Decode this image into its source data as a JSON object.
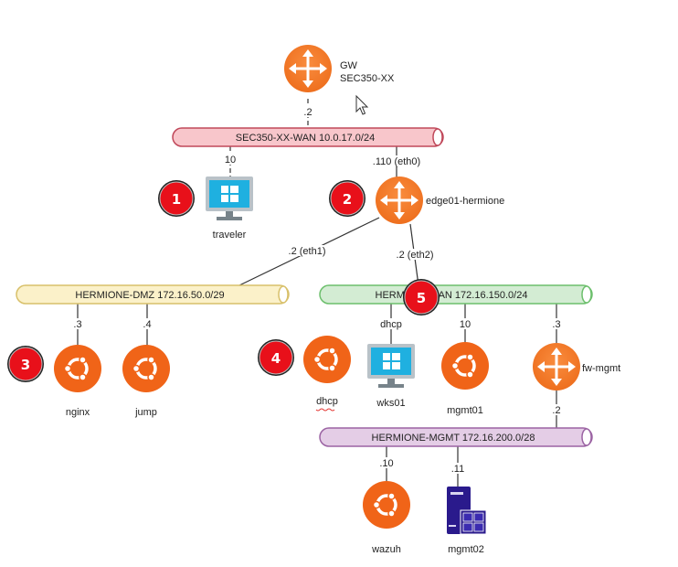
{
  "networks": {
    "wan": {
      "label": "SEC350-XX-WAN 10.0.17.0/24",
      "fill": "#f8c6cb",
      "stroke": "#c0485a"
    },
    "dmz": {
      "label": "HERMIONE-DMZ 172.16.50.0/29",
      "fill": "#fbf1c9",
      "stroke": "#d8c06a"
    },
    "lan": {
      "label": "HERMIONE-LAN 172.16.150.0/24",
      "fill": "#d3ecd3",
      "stroke": "#6cbf6c"
    },
    "mgmt": {
      "label": "HERMIONE-MGMT 172.16.200.0/28",
      "fill": "#e4cde6",
      "stroke": "#9b63a3"
    }
  },
  "nodes": {
    "gw": {
      "name_line1": "GW",
      "name_line2": "SEC350-XX",
      "type": "router-icon",
      "addr": ".2"
    },
    "traveler": {
      "name": "traveler",
      "type": "windows-desktop-icon",
      "addr": "10"
    },
    "edge": {
      "name": "edge01-hermione",
      "type": "router-icon",
      "addr_wan": ".110 (eth0)",
      "addr_dmz": ".2 (eth1)",
      "addr_lan": ".2 (eth2)"
    },
    "nginx": {
      "name": "nginx",
      "type": "ubuntu-icon",
      "addr": ".3"
    },
    "jump": {
      "name": "jump",
      "type": "ubuntu-icon",
      "addr": ".4"
    },
    "dhcp": {
      "name": "dhcp",
      "type": "ubuntu-icon"
    },
    "wks01": {
      "name": "wks01",
      "type": "windows-desktop-icon",
      "addr": "dhcp"
    },
    "mgmt01": {
      "name": "mgmt01",
      "type": "ubuntu-icon",
      "addr": "10"
    },
    "fwmgmt": {
      "name": "fw-mgmt",
      "type": "router-icon",
      "addr_lan": ".3",
      "addr_mgmt": ".2"
    },
    "wazuh": {
      "name": "wazuh",
      "type": "ubuntu-icon",
      "addr": ".10"
    },
    "mgmt02": {
      "name": "mgmt02",
      "type": "windows-server-icon",
      "addr": ".11"
    }
  },
  "badges": [
    "1",
    "2",
    "3",
    "4",
    "5"
  ],
  "colors": {
    "router": "#f47b2a",
    "ubuntu": "#f06418",
    "badge": "#e8101a",
    "windows_screen": "#1fb0e0",
    "server": "#2a1a8c"
  }
}
